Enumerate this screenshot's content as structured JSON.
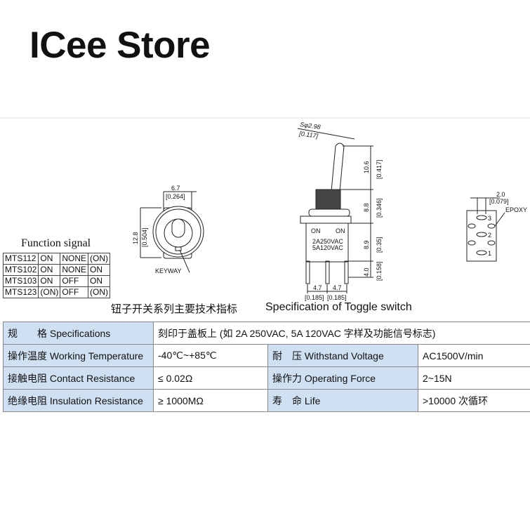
{
  "brand": "ICee Store",
  "drawing": {
    "front": {
      "width_mm": "6.7",
      "width_in": "[0.264]",
      "height_mm": "12.8",
      "height_in": "[0.504]",
      "keyway": "KEYWAY"
    },
    "side": {
      "ball_mm": "Sφ2.98",
      "ball_in": "[0.117]",
      "d1_mm": "10.6",
      "d1_in": "[0.417]",
      "d2_mm": "8.8",
      "d2_in": "[0.346]",
      "d3_mm": "8.9",
      "d3_in": "[0.35]",
      "d4_mm": "4.0",
      "d4_in": "[0.158]",
      "pitch_mm": "4.7",
      "pitch_in": "[0.185]",
      "on_left": "ON",
      "on_right": "ON",
      "rating1": "2A250VAC",
      "rating2": "5A120VAC"
    },
    "bottom": {
      "w_mm": "2.0",
      "w_in": "[0.079]",
      "epoxy": "EPOXY",
      "pins": [
        "1",
        "2",
        "3"
      ]
    }
  },
  "function_signal": {
    "title": "Function signal",
    "rows": [
      [
        "MTS112",
        "ON",
        "NONE",
        "(ON)"
      ],
      [
        "MTS102",
        "ON",
        "NONE",
        "ON"
      ],
      [
        "MTS103",
        "ON",
        "OFF",
        "ON"
      ],
      [
        "MTS123",
        "(ON)",
        "OFF",
        "(ON)"
      ]
    ]
  },
  "caption_cn": "钮子开关系列主要技术指标",
  "caption_en": "Specification of Toggle switch",
  "spec": {
    "row0": {
      "label": "规　　格 Specifications",
      "value": "刻印于盖板上 (如 2A 250VAC, 5A 120VAC 字样及功能信号标志)"
    },
    "row1": {
      "label": "操作温度 Working Temperature",
      "value": "-40℃~+85℃",
      "label2": "耐　压 Withstand Voltage",
      "value2": "AC1500V/min"
    },
    "row2": {
      "label": "接触电阻 Contact Resistance",
      "value": "≤ 0.02Ω",
      "label2": "操作力 Operating Force",
      "value2": "2~15N"
    },
    "row3": {
      "label": "绝缘电阻 Insulation Resistance",
      "value": "≥ 1000MΩ",
      "label2": "寿　命 Life",
      "value2": ">10000 次循环"
    }
  }
}
